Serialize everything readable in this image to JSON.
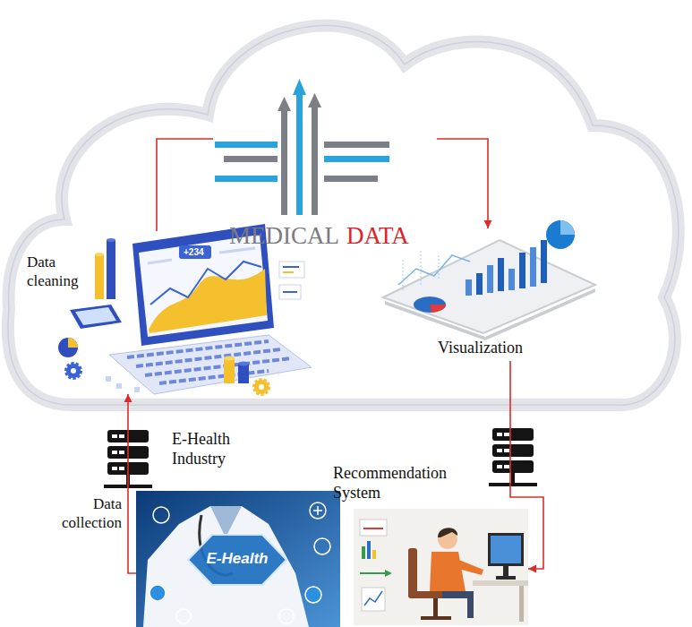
{
  "diagram": {
    "nodes": [
      {
        "text": [
          "MEDICAL",
          "DATA"
        ]
      },
      {
        "text": [
          "Data cleaning"
        ]
      },
      {
        "text": [
          "Visualization"
        ]
      },
      {
        "text": [
          "E-Health Industry",
          "E-Health"
        ]
      },
      {
        "text": [
          "Recommendation System"
        ]
      }
    ],
    "edges": [
      {
        "from": 3,
        "to": 1,
        "arrow": "to",
        "label": "Data collection"
      },
      {
        "from": 1,
        "to": 0,
        "arrow": "none"
      },
      {
        "from": 0,
        "to": 2,
        "arrow": "to"
      },
      {
        "from": 2,
        "to": 4,
        "arrow": "to"
      }
    ],
    "labels": [
      "+234"
    ]
  }
}
